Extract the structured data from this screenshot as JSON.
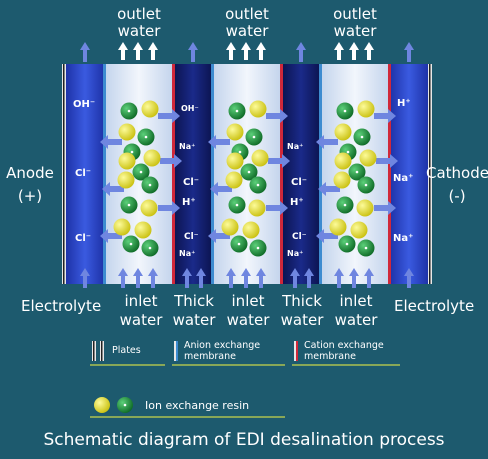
{
  "outlets": [
    {
      "line1": "outlet",
      "line2": "water"
    },
    {
      "line1": "outlet",
      "line2": "water"
    },
    {
      "line1": "outlet",
      "line2": "water"
    }
  ],
  "anode": {
    "name": "Anode",
    "sign": "(+)"
  },
  "cathode": {
    "name": "Cathode",
    "sign": "(-)"
  },
  "bottom_labels": {
    "electrolyte_left": "Electrolyte",
    "electrolyte_right": "Electrolyte",
    "inlets": [
      {
        "line1": "inlet",
        "line2": "water"
      },
      {
        "line1": "inlet",
        "line2": "water"
      },
      {
        "line1": "inlet",
        "line2": "water"
      }
    ],
    "thick": [
      {
        "line1": "Thick",
        "line2": "water"
      },
      {
        "line1": "Thick",
        "line2": "water"
      }
    ]
  },
  "ions": {
    "anode_side": [
      "OH⁻",
      "Cl⁻",
      "Cl⁻"
    ],
    "concentrate_1": [
      "OH⁻",
      "Na⁺",
      "Cl⁻",
      "H⁺",
      "Cl⁻",
      "Na⁺"
    ],
    "concentrate_2": [
      "Na⁺",
      "Cl⁻",
      "H⁺",
      "Cl⁻",
      "Na⁺"
    ],
    "cathode_side": [
      "H⁺",
      "Na⁺",
      "Na⁺"
    ]
  },
  "legend": {
    "plates": "Plates",
    "anion_membrane": "Anion exchange membrane",
    "cation_membrane": "Cation exchange membrane",
    "resin": "Ion exchange resin"
  },
  "caption": "Schematic diagram of EDI desalination process",
  "colors": {
    "background": "#1d5a6e",
    "electrode_blue": "#2a45c8",
    "dilute_chamber": "#dce8f4",
    "anion_membrane": "#3d8bd0",
    "cation_membrane": "#d0283a",
    "arrow": "#6f86e0",
    "resin_yellow": "#e9e51f",
    "resin_green": "#1d9a3a",
    "legend_line": "#c9d54a"
  }
}
